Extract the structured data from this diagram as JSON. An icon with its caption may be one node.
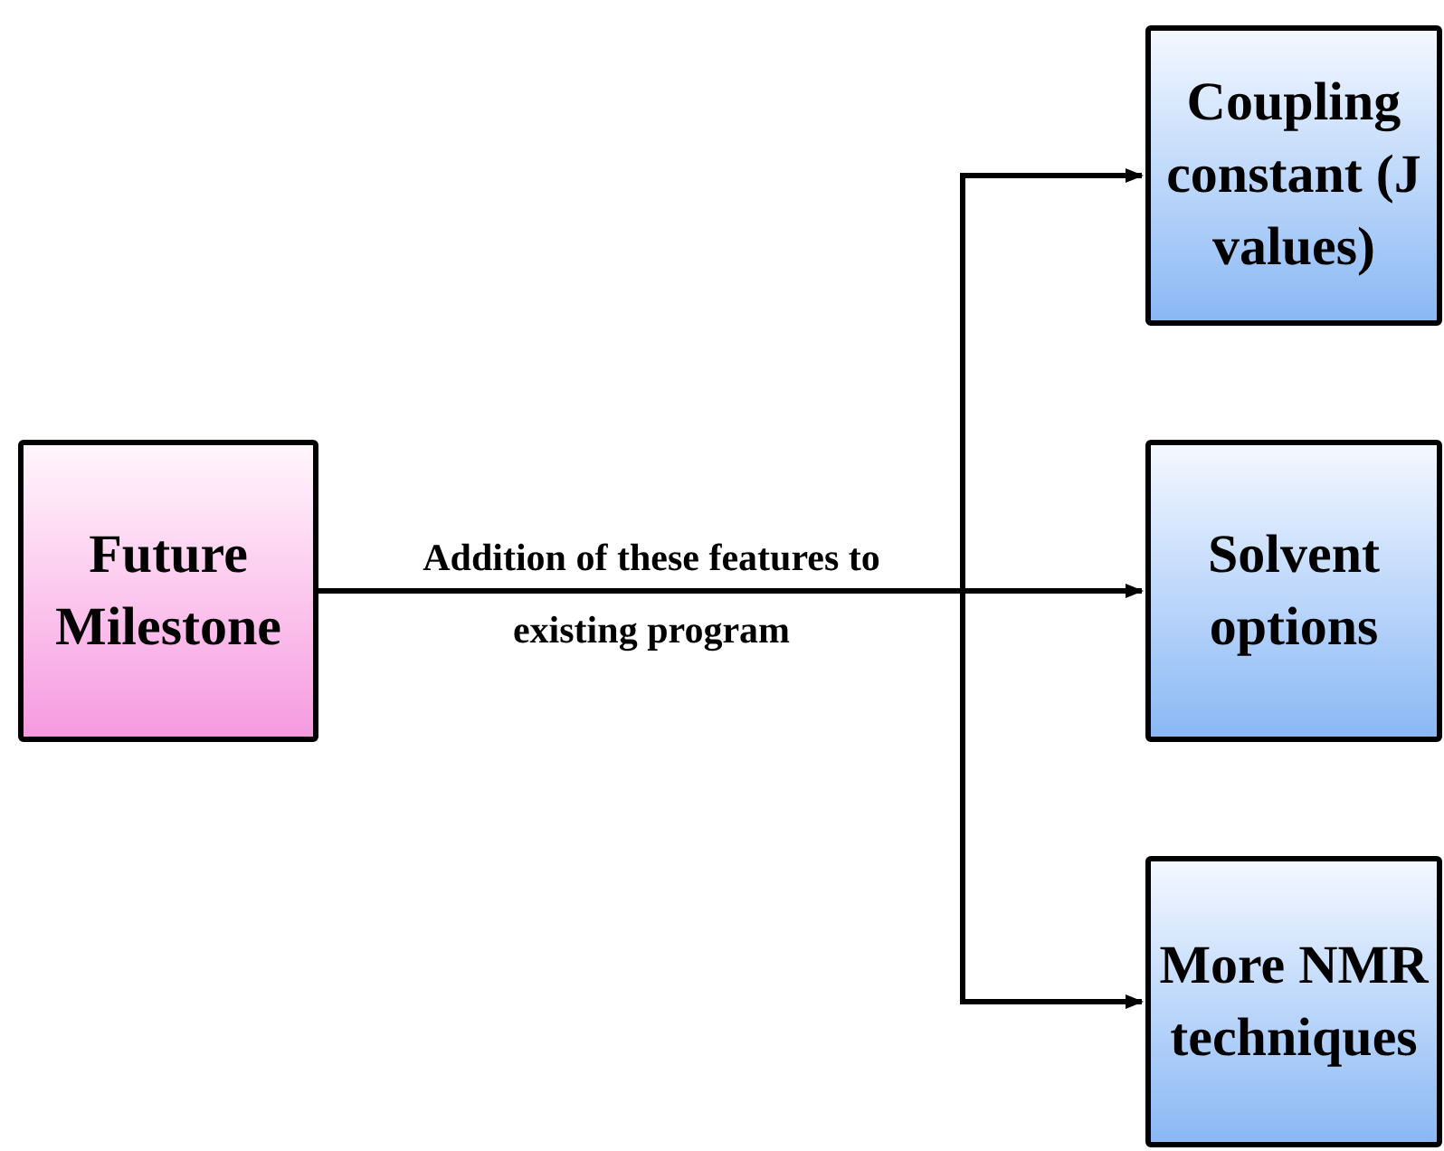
{
  "diagram": {
    "nodes": [
      {
        "text": [
          "Future Milestone"
        ]
      },
      {
        "text": [
          "Coupling constant (J values)"
        ]
      },
      {
        "text": [
          "Solvent options"
        ]
      },
      {
        "text": [
          "More NMR techniques"
        ]
      }
    ],
    "edges": [
      {
        "from": 0,
        "to": 1,
        "arrow": "to"
      },
      {
        "from": 0,
        "to": 2,
        "arrow": "to",
        "label": "Addition of these features to existing program"
      },
      {
        "from": 0,
        "to": 3,
        "arrow": "to"
      }
    ]
  }
}
